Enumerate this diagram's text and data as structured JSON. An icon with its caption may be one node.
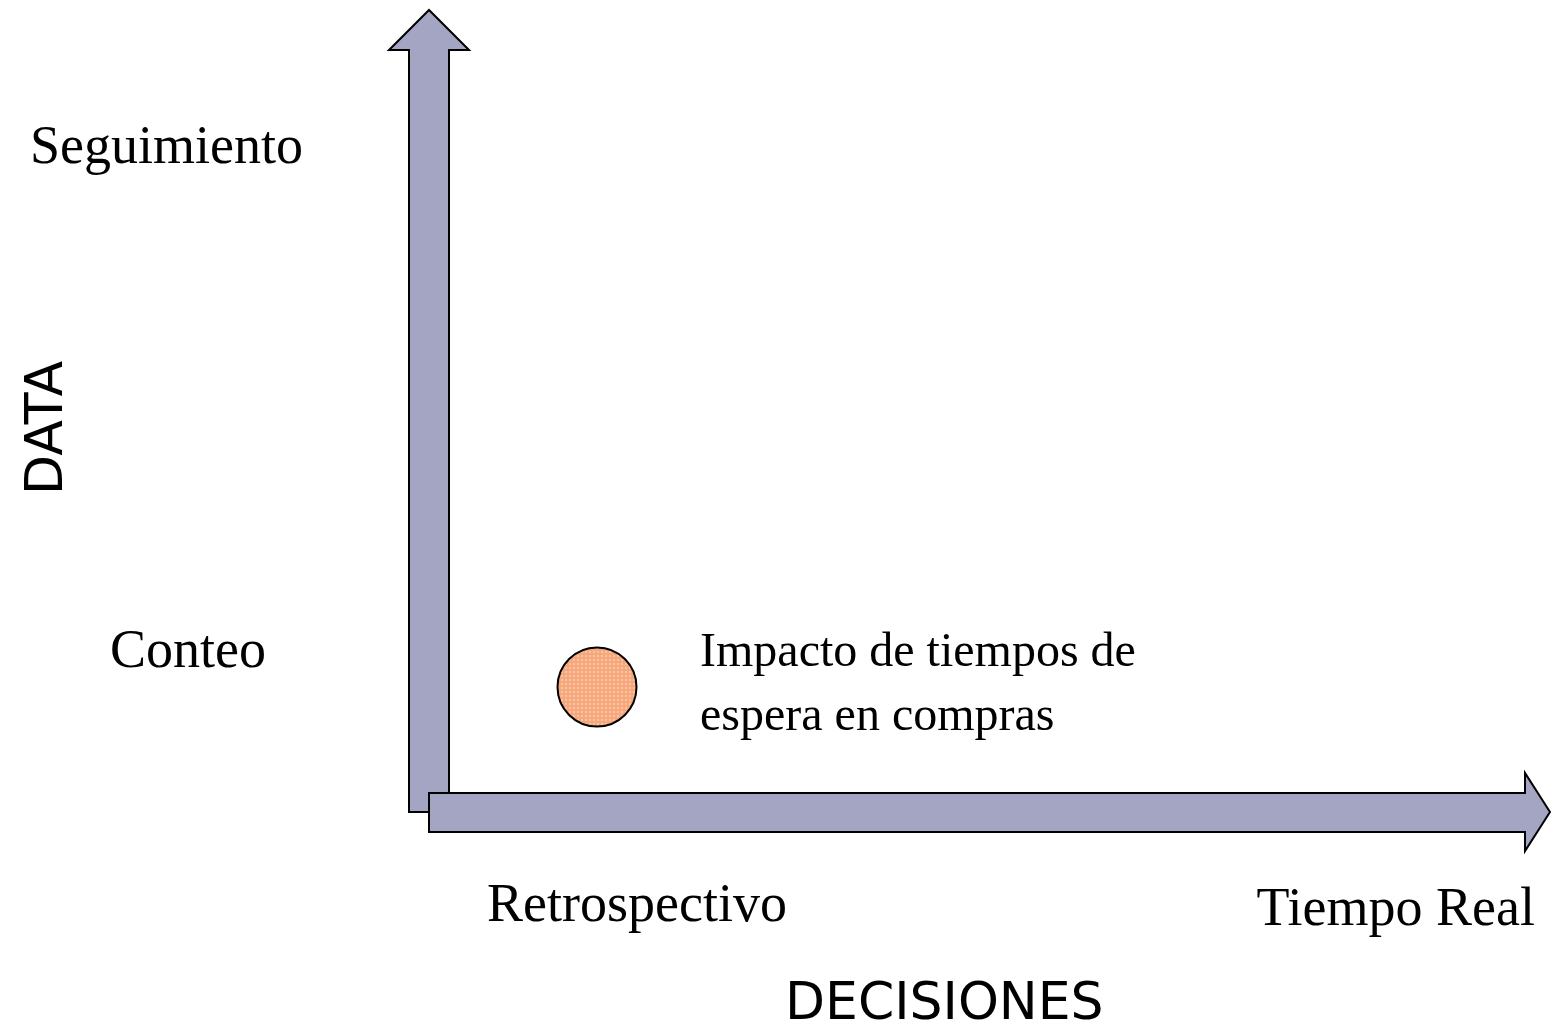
{
  "diagram": {
    "nodes": [
      {
        "text": [],
        "shape": "circle",
        "beside": [
          "Impacto de tiempos de espera en compras"
        ]
      }
    ],
    "labels": [
      "Seguimiento",
      "DATA",
      "Conteo",
      "Retrospectivo",
      "Tiempo Real",
      "DECISIONES"
    ]
  }
}
